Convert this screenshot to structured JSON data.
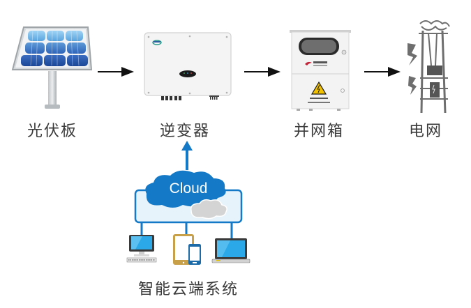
{
  "diagram": {
    "type": "photovoltaic-system-flow",
    "nodes": [
      {
        "id": "pv-panel",
        "label": "光伏板",
        "icon": "solar-panel-icon"
      },
      {
        "id": "inverter",
        "label": "逆变器",
        "icon": "inverter-icon"
      },
      {
        "id": "combiner-box",
        "label": "并网箱",
        "icon": "combiner-box-icon"
      },
      {
        "id": "grid",
        "label": "电网",
        "icon": "power-grid-icon"
      }
    ],
    "cloud_system": {
      "label": "智能云端系统",
      "cloud_text": "Cloud",
      "devices": [
        "desktop-computer",
        "tablet-and-phone",
        "laptop"
      ]
    },
    "edges": [
      {
        "from": "pv-panel",
        "to": "inverter"
      },
      {
        "from": "inverter",
        "to": "combiner-box"
      },
      {
        "from": "combiner-box",
        "to": "grid"
      },
      {
        "from": "cloud_system",
        "to": "inverter"
      }
    ],
    "colors": {
      "arrow": "#111111",
      "cloud_blue": "#1479c6",
      "cloud_panel_fill": "#e6f3fb",
      "cloud_grey": "#d4d4d4",
      "tablet_gold": "#c8a04a",
      "lightning_grey": "#6e6e6e",
      "label_text": "#3a3a3a"
    }
  }
}
